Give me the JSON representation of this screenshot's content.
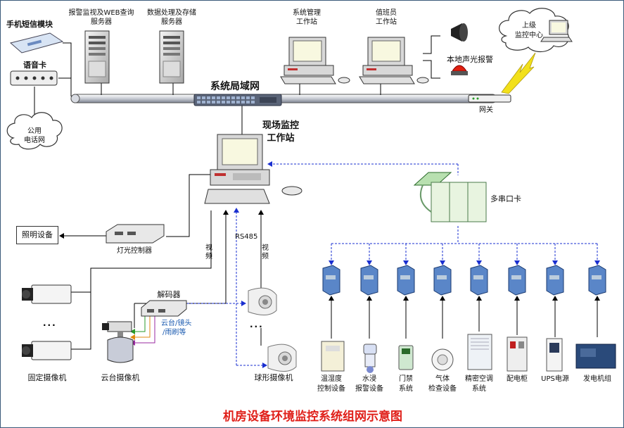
{
  "title": "机房设备环境监控系统组网示意图",
  "nodes": {
    "sms_module": "手机短信模块",
    "voice_card": "语音卡",
    "public_phone_1": "公用",
    "public_phone_2": "电话网",
    "alarm_server_1": "报警监视及WEB查询",
    "alarm_server_2": "服务器",
    "data_server_1": "数据处理及存储",
    "data_server_2": "服务器",
    "admin_ws_1": "系统管理",
    "admin_ws_2": "工作站",
    "duty_ws_1": "值班员",
    "duty_ws_2": "工作站",
    "sound_light_alarm": "本地声光报警",
    "upper_center_1": "上级",
    "upper_center_2": "监控中心",
    "lan": "系统局域网",
    "gateway": "网关",
    "field_ws_1": "现场监控",
    "field_ws_2": "工作站",
    "serial_card": "多串口卡",
    "lighting": "照明设备",
    "light_controller": "灯光控制器",
    "video_left": "视频",
    "rs485": "RS485",
    "video_right": "视频",
    "decoder": "解码器",
    "decoder_cmd_1": "云台/镜头",
    "decoder_cmd_2": "/雨刷等",
    "fixed_camera": "固定摄像机",
    "ptz_camera": "云台摄像机",
    "dome_camera": "球形摄像机",
    "ellipsis": "···"
  },
  "sensors": [
    {
      "line1": "温湿度",
      "line2": "控制设备"
    },
    {
      "line1": "水浸",
      "line2": "报警设备"
    },
    {
      "line1": "门禁",
      "line2": "系统"
    },
    {
      "line1": "气体",
      "line2": "检查设备"
    },
    {
      "line1": "精密空调",
      "line2": "系统"
    },
    {
      "line1": "配电柜",
      "line2": ""
    },
    {
      "line1": "UPS电源",
      "line2": ""
    },
    {
      "line1": "发电机组",
      "line2": ""
    }
  ],
  "colors": {
    "title": "#e0201a",
    "rs485_link": "#1a2fd0",
    "arrow_green": "#2a9a2a",
    "arrow_orange": "#e08a10",
    "arrow_purple": "#9a2aa0",
    "lightning": "#f2e01a"
  }
}
